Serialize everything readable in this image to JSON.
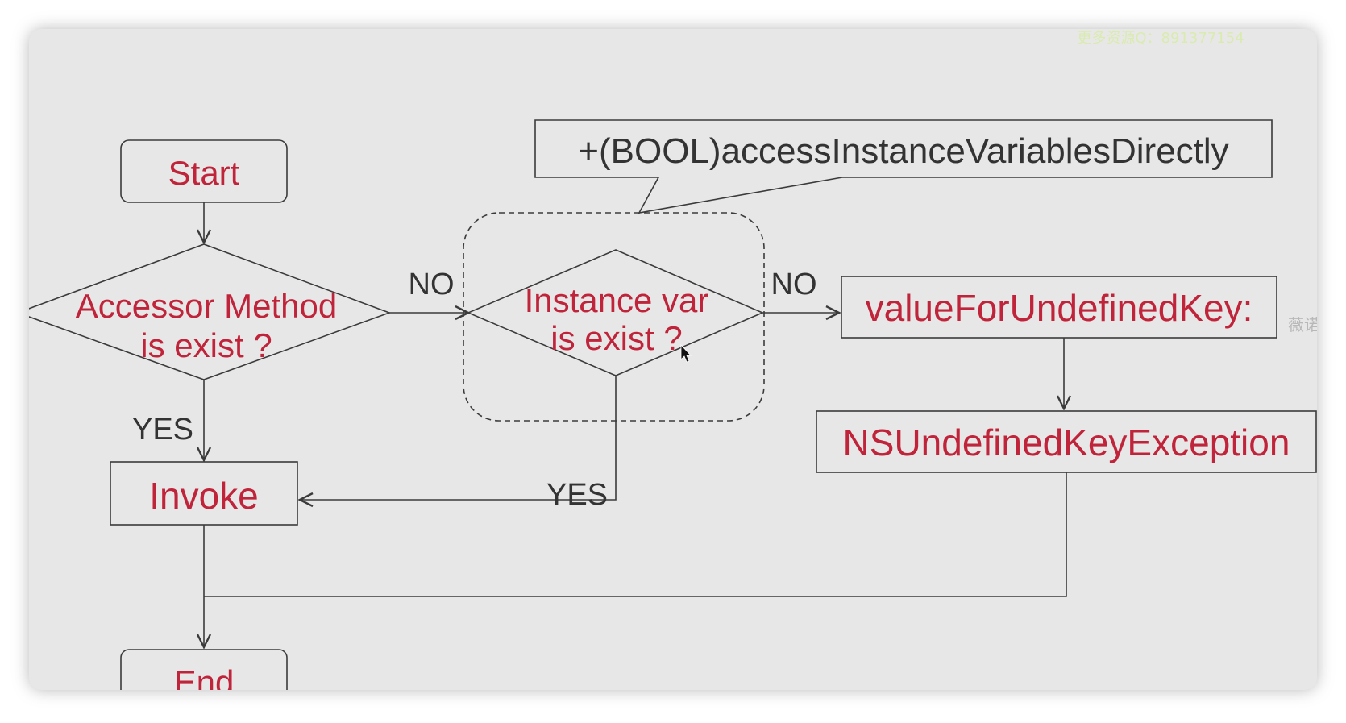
{
  "colors": {
    "canvas": "#e8e7e7",
    "stroke": "#3b3b3b",
    "node_text": "#c0243a",
    "label_text": "#333333",
    "watermark": "#d9ebb0",
    "side_text": "#b8b8b8"
  },
  "watermark": "更多资源Q：891377154",
  "side_text": "薇诺",
  "nodes": {
    "start": "Start",
    "accessor_line1": "Accessor Method",
    "accessor_line2": "is exist ?",
    "instance_line1": "Instance var",
    "instance_line2": "is exist ?",
    "value_for_undefined_key": "valueForUndefinedKey:",
    "ns_undefined_key_exception": "NSUndefinedKeyException",
    "invoke": "Invoke",
    "end": "End"
  },
  "callout": "+(BOOL)accessInstanceVariablesDirectly",
  "edge_labels": {
    "accessor_no": "NO",
    "instance_no": "NO",
    "accessor_yes": "YES",
    "instance_yes": "YES"
  },
  "cursor": "pointer-cursor"
}
